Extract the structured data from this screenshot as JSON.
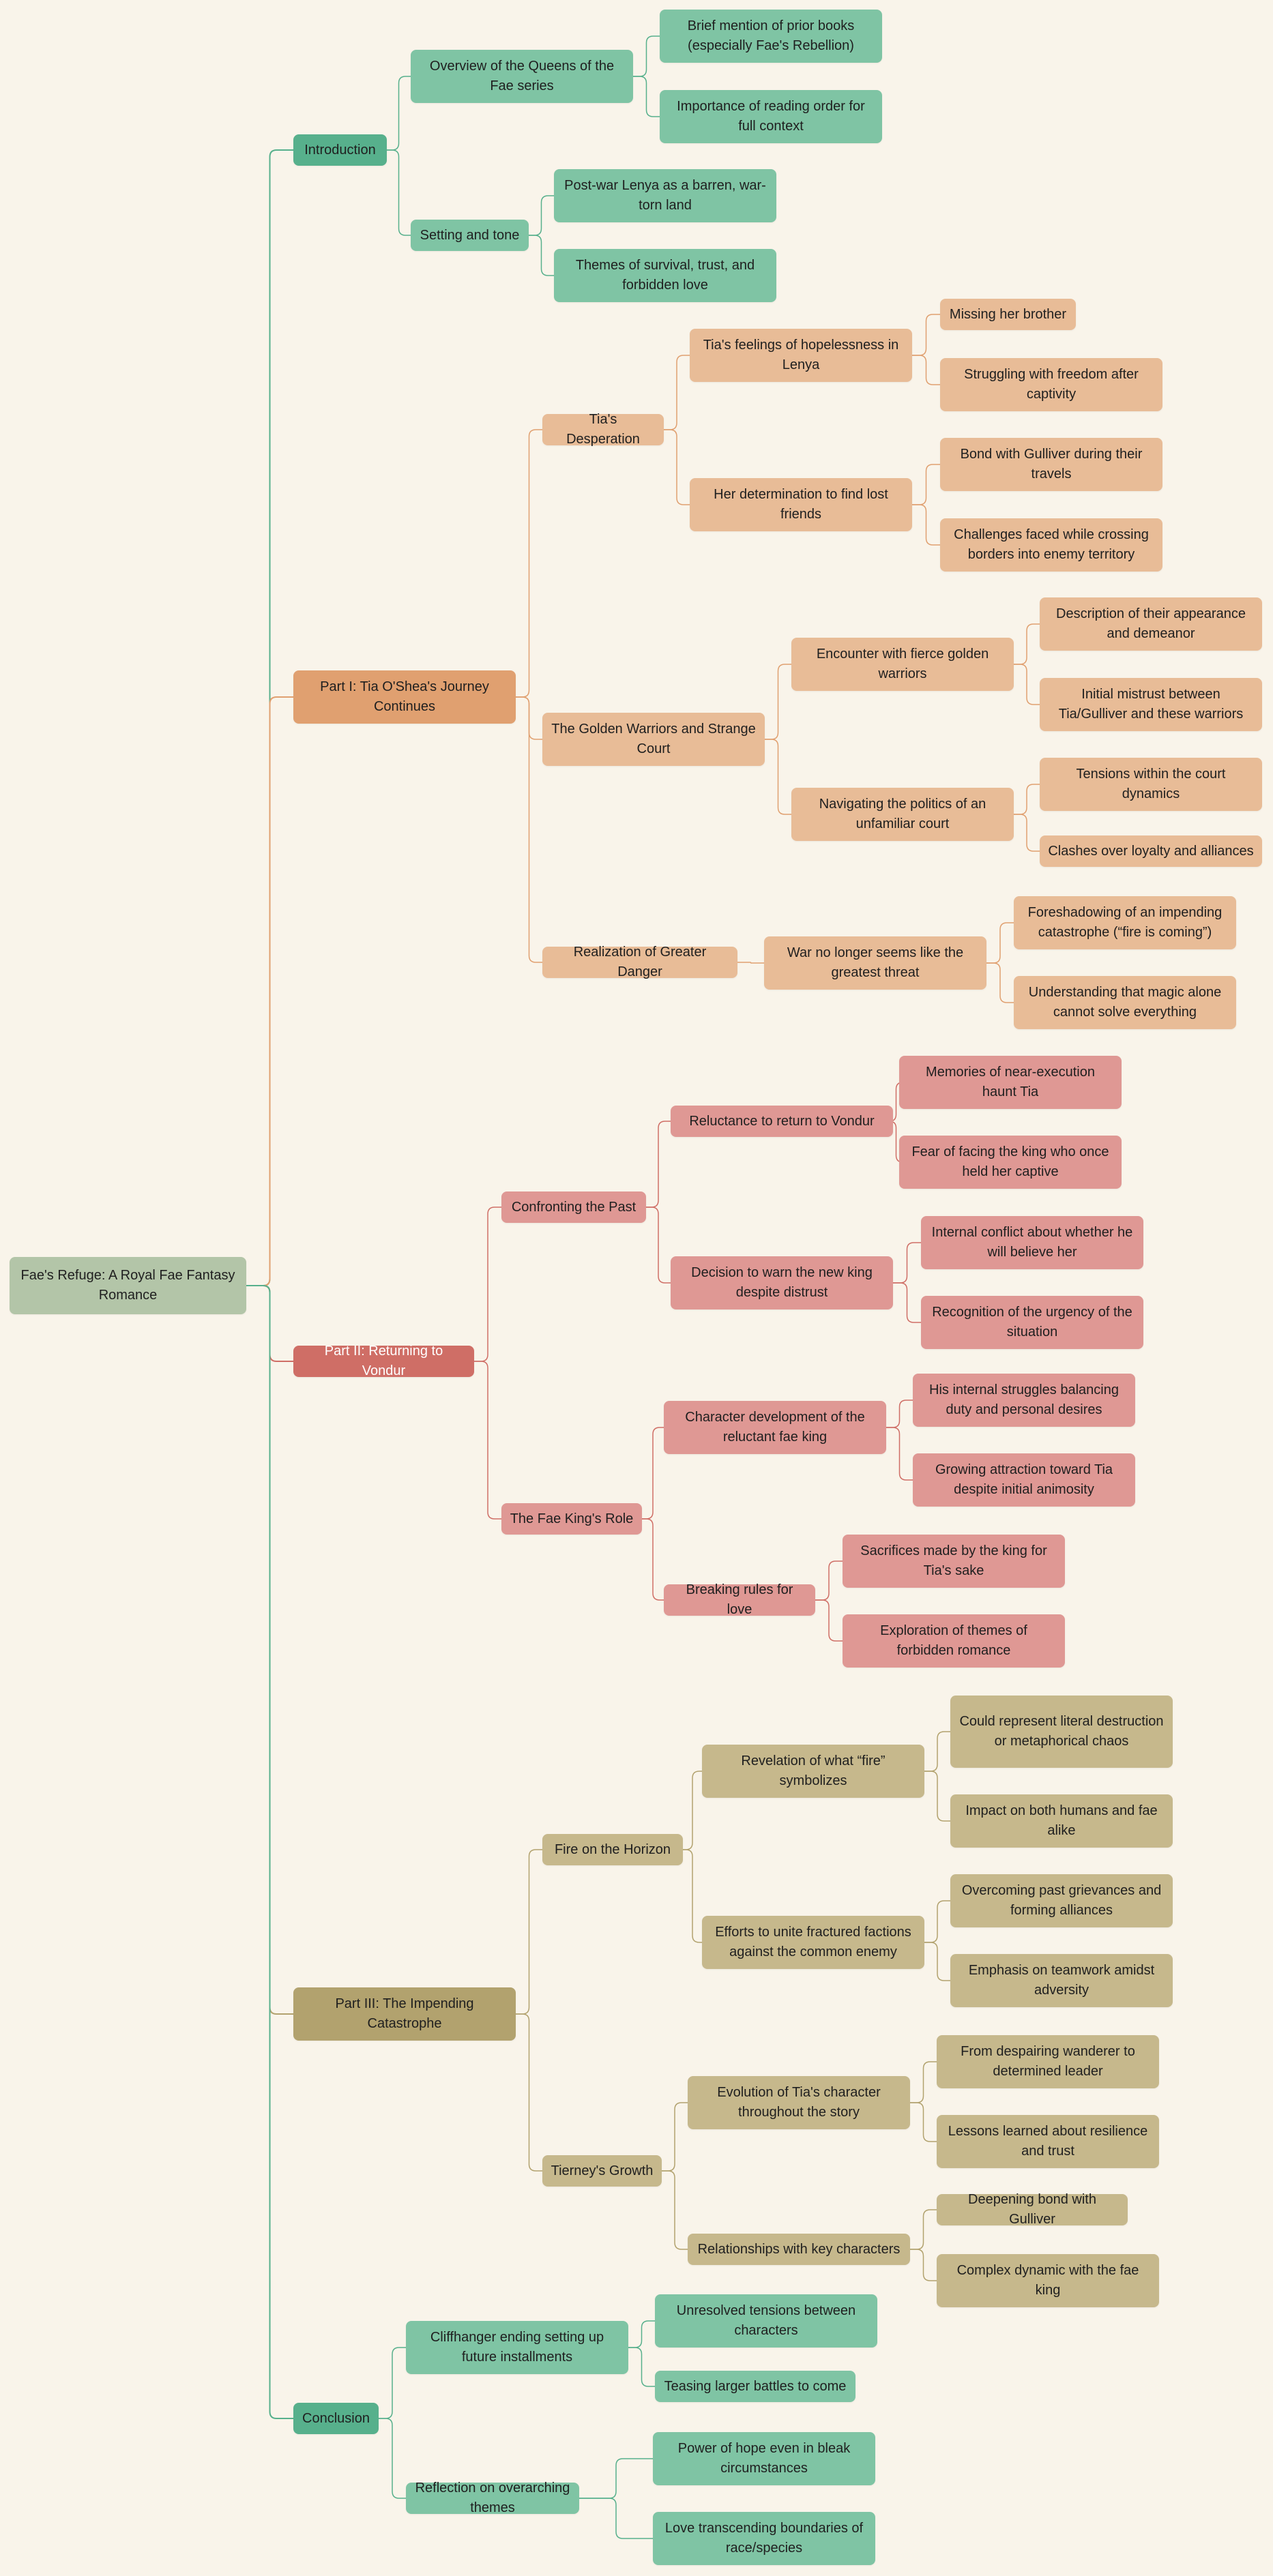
{
  "mindmap": {
    "root": "Fae's Refuge: A Royal Fae Fantasy Romance",
    "branches": [
      {
        "label": "Introduction",
        "color": "green",
        "children": [
          {
            "label": "Overview of the Queens of the Fae series",
            "children": [
              {
                "label": "Brief mention of prior books (especially Fae's Rebellion)"
              },
              {
                "label": "Importance of reading order for full context"
              }
            ]
          },
          {
            "label": "Setting and tone",
            "children": [
              {
                "label": "Post-war Lenya as a barren, war-torn land"
              },
              {
                "label": "Themes of survival, trust, and forbidden love"
              }
            ]
          }
        ]
      },
      {
        "label": "Part I: Tia O'Shea's Journey Continues",
        "color": "orange",
        "children": [
          {
            "label": "Tia's Desperation",
            "children": [
              {
                "label": "Tia's feelings of hopelessness in Lenya",
                "children": [
                  {
                    "label": "Missing her brother"
                  },
                  {
                    "label": "Struggling with freedom after captivity"
                  }
                ]
              },
              {
                "label": "Her determination to find lost friends",
                "children": [
                  {
                    "label": "Bond with Gulliver during their travels"
                  },
                  {
                    "label": "Challenges faced while crossing borders into enemy territory"
                  }
                ]
              }
            ]
          },
          {
            "label": "The Golden Warriors and Strange Court",
            "children": [
              {
                "label": "Encounter with fierce golden warriors",
                "children": [
                  {
                    "label": "Description of their appearance and demeanor"
                  },
                  {
                    "label": "Initial mistrust between Tia/Gulliver and these warriors"
                  }
                ]
              },
              {
                "label": "Navigating the politics of an unfamiliar court",
                "children": [
                  {
                    "label": "Tensions within the court dynamics"
                  },
                  {
                    "label": "Clashes over loyalty and alliances"
                  }
                ]
              }
            ]
          },
          {
            "label": "Realization of Greater Danger",
            "children": [
              {
                "label": "War no longer seems like the greatest threat",
                "children": [
                  {
                    "label": "Foreshadowing of an impending catastrophe (“fire is coming”)"
                  },
                  {
                    "label": "Understanding that magic alone cannot solve everything"
                  }
                ]
              }
            ]
          }
        ]
      },
      {
        "label": "Part II: Returning to Vondur",
        "color": "red",
        "children": [
          {
            "label": "Confronting the Past",
            "children": [
              {
                "label": "Reluctance to return to Vondur",
                "children": [
                  {
                    "label": "Memories of near-execution haunt Tia"
                  },
                  {
                    "label": "Fear of facing the king who once held her captive"
                  }
                ]
              },
              {
                "label": "Decision to warn the new king despite distrust",
                "children": [
                  {
                    "label": "Internal conflict about whether he will believe her"
                  },
                  {
                    "label": "Recognition of the urgency of the situation"
                  }
                ]
              }
            ]
          },
          {
            "label": "The Fae King's Role",
            "children": [
              {
                "label": "Character development of the reluctant fae king",
                "children": [
                  {
                    "label": "His internal struggles balancing duty and personal desires"
                  },
                  {
                    "label": "Growing attraction toward Tia despite initial animosity"
                  }
                ]
              },
              {
                "label": "Breaking rules for love",
                "children": [
                  {
                    "label": "Sacrifices made by the king for Tia's sake"
                  },
                  {
                    "label": "Exploration of themes of forbidden romance"
                  }
                ]
              }
            ]
          }
        ]
      },
      {
        "label": "Part III: The Impending Catastrophe",
        "color": "olive",
        "children": [
          {
            "label": "Fire on the Horizon",
            "children": [
              {
                "label": "Revelation of what “fire” symbolizes",
                "children": [
                  {
                    "label": "Could represent literal destruction or metaphorical chaos"
                  },
                  {
                    "label": "Impact on both humans and fae alike"
                  }
                ]
              },
              {
                "label": "Efforts to unite fractured factions against the common enemy",
                "children": [
                  {
                    "label": "Overcoming past grievances and forming alliances"
                  },
                  {
                    "label": "Emphasis on teamwork amidst adversity"
                  }
                ]
              }
            ]
          },
          {
            "label": "Tierney's Growth",
            "children": [
              {
                "label": "Evolution of Tia's character throughout the story",
                "children": [
                  {
                    "label": "From despairing wanderer to determined leader"
                  },
                  {
                    "label": "Lessons learned about resilience and trust"
                  }
                ]
              },
              {
                "label": "Relationships with key characters",
                "children": [
                  {
                    "label": "Deepening bond with Gulliver"
                  },
                  {
                    "label": "Complex dynamic with the fae king"
                  }
                ]
              }
            ]
          }
        ]
      },
      {
        "label": "Conclusion",
        "color": "green",
        "children": [
          {
            "label": "Cliffhanger ending setting up future installments",
            "children": [
              {
                "label": "Unresolved tensions between characters"
              },
              {
                "label": "Teasing larger battles to come"
              }
            ]
          },
          {
            "label": "Reflection on overarching themes",
            "children": [
              {
                "label": "Power of hope even in bleak circumstances"
              },
              {
                "label": "Love transcending boundaries of race/species"
              }
            ]
          }
        ]
      }
    ]
  },
  "palette": {
    "root": {
      "fill": "#b3c5a8",
      "text": "#1f1f1f"
    },
    "green": {
      "branch": "#57b08c",
      "fill": "#7fc4a4",
      "line": "#57b08c",
      "text": "#1f1f1f"
    },
    "orange": {
      "branch": "#e0a070",
      "fill": "#e8bc97",
      "line": "#e0a070",
      "text": "#1f1f1f"
    },
    "red": {
      "branch": "#cf6e66",
      "fill": "#df9894",
      "line": "#cf6e66",
      "text": "#ffffff"
    },
    "olive": {
      "branch": "#b2a26e",
      "fill": "#c6b88c",
      "line": "#b2a26e",
      "text": "#1f1f1f"
    }
  }
}
